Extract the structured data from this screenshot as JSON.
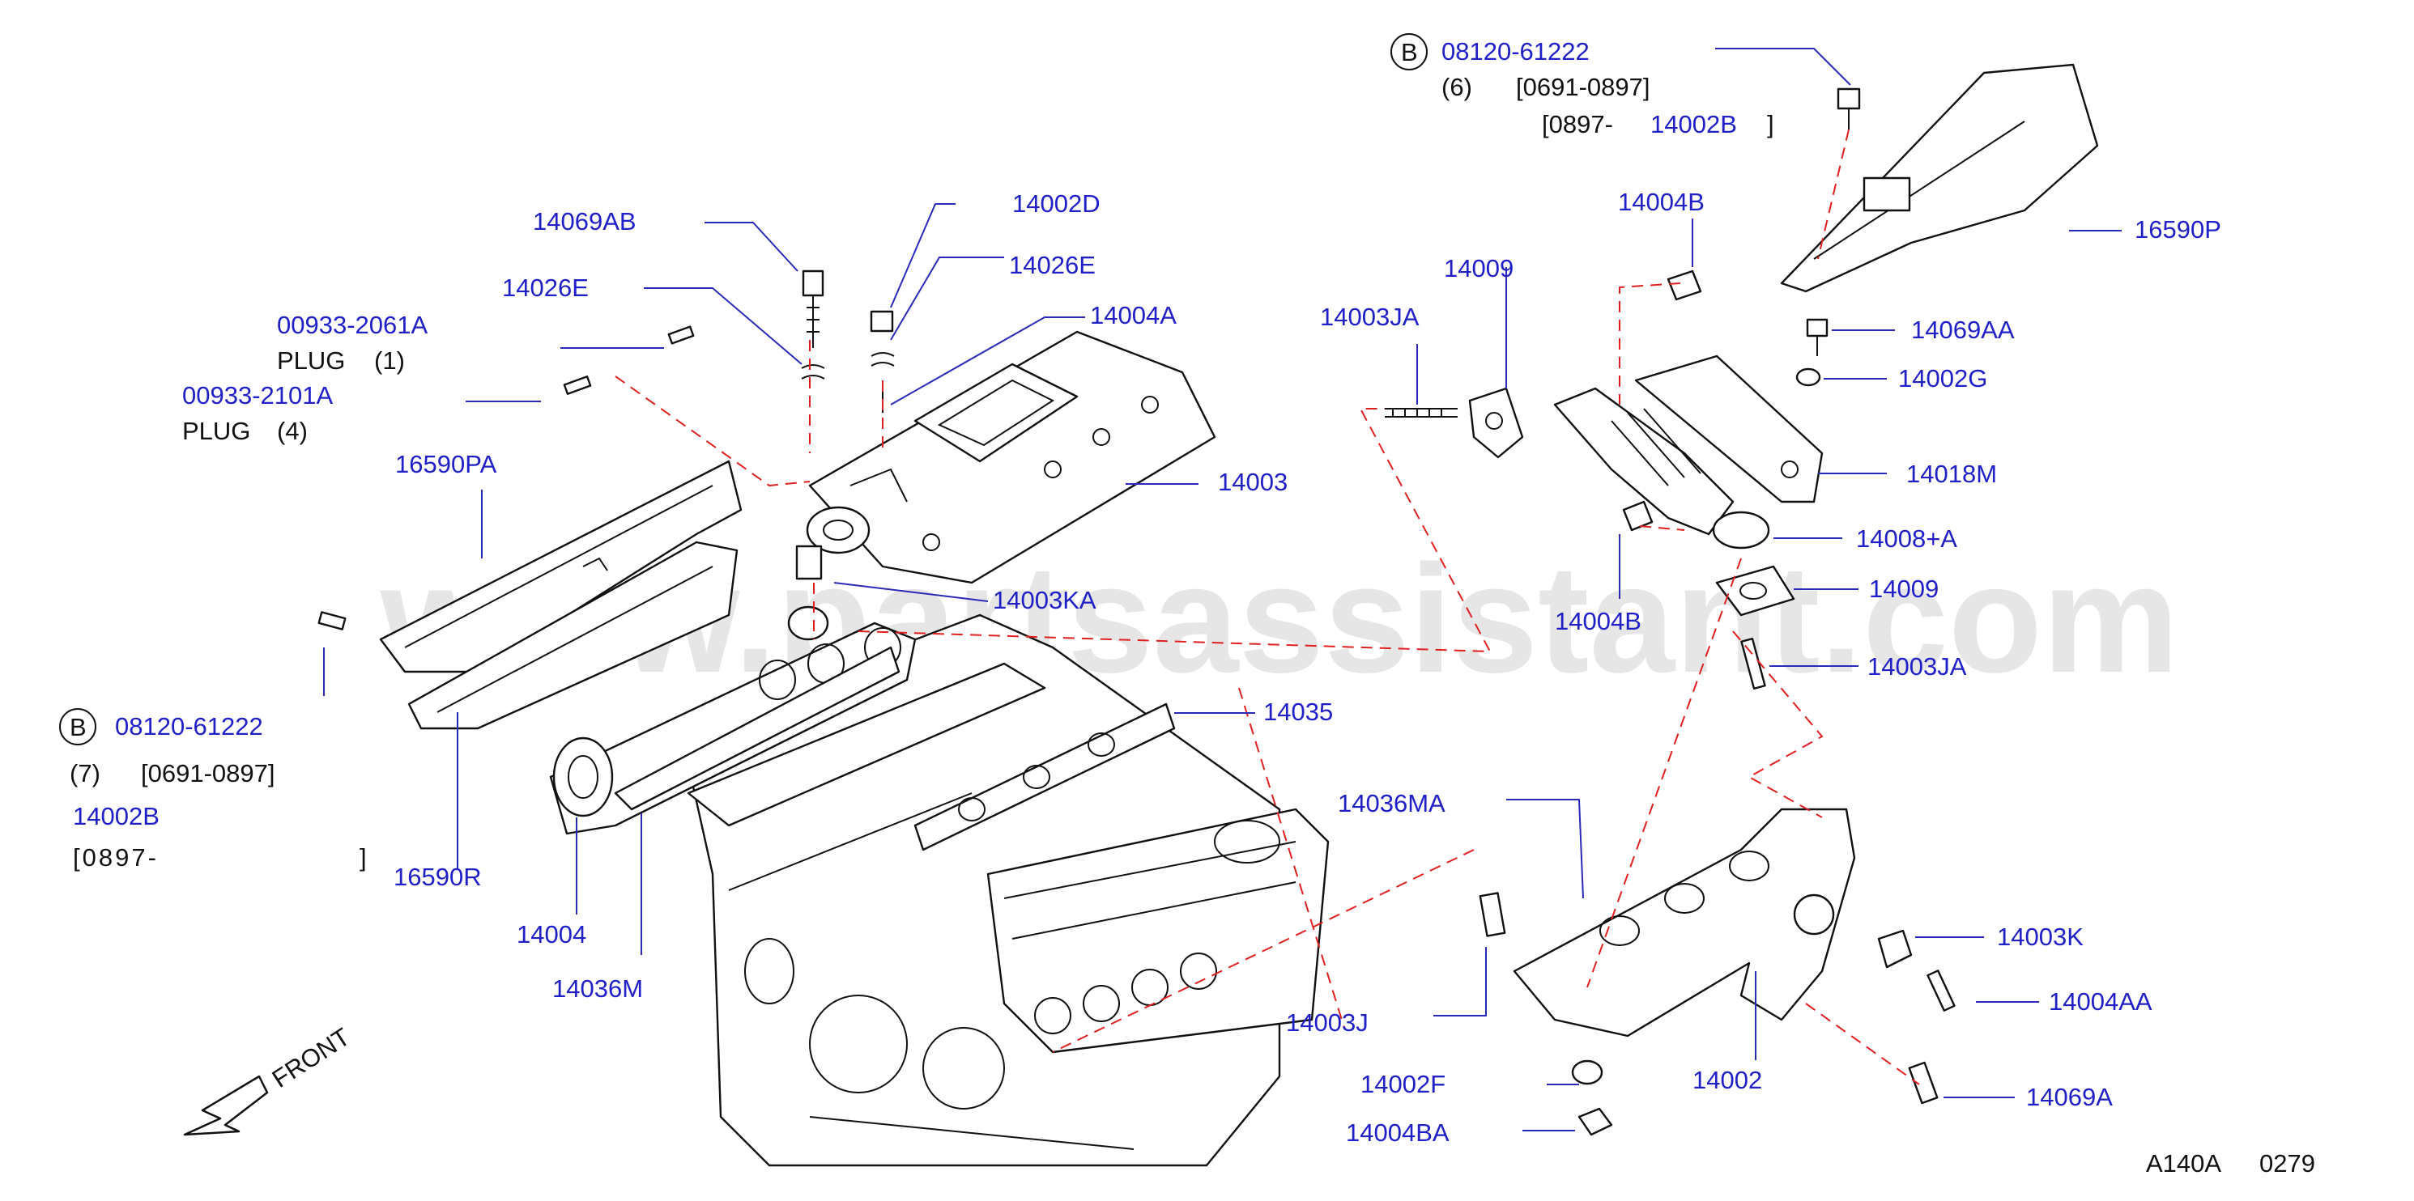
{
  "watermark": "www.partsassistant.com",
  "front_label": "FRONT",
  "footer": {
    "code": "A140A",
    "page": "0279"
  },
  "callouts_left": {
    "c14069AB": "14069AB",
    "c14002D": "14002D",
    "c14026E_a": "14026E",
    "c14026E_b": "14026E",
    "c14004A": "14004A",
    "c00933_2061A": "00933-2061A",
    "plug1": "PLUG",
    "plug1_qty": "(1)",
    "c00933_2101A": "00933-2101A",
    "plug4": "PLUG",
    "plug4_qty": "(4)",
    "c16590PA": "16590PA",
    "c14003": "14003",
    "c14003KA": "14003KA",
    "c14035": "14035",
    "c16590R": "16590R",
    "c14004": "14004",
    "c14036M": "14036M"
  },
  "left_bolt_note": {
    "badge": "B",
    "part": "08120-61222",
    "qty": "(7)",
    "range1": "[0691-0897]",
    "part2": "14002B",
    "range2_open": "[0897-",
    "range2_close": "]"
  },
  "top_bolt_note": {
    "badge": "B",
    "part": "08120-61222",
    "qty": "(6)",
    "range1": "[0691-0897]",
    "range2_open": "[0897-",
    "part2": "14002B",
    "range2_close": "]"
  },
  "callouts_right": {
    "c16590P": "16590P",
    "c14004B_a": "14004B",
    "c14009_a": "14009",
    "c14003JA_a": "14003JA",
    "c14069AA": "14069AA",
    "c14002G": "14002G",
    "c14018M": "14018M",
    "c14008A": "14008+A",
    "c14009_b": "14009",
    "c14004B_b": "14004B",
    "c14003JA_b": "14003JA",
    "c14036MA": "14036MA",
    "c14003K": "14003K",
    "c14004AA": "14004AA",
    "c14003J": "14003J",
    "c14002F": "14002F",
    "c14002": "14002",
    "c14069A": "14069A",
    "c14004BA": "14004BA"
  }
}
